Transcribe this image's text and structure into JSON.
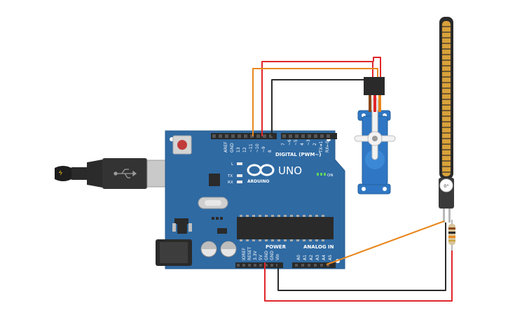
{
  "board": {
    "brand_name": "UNO",
    "brand_sub": "ARDUINO",
    "digital_header": "DIGITAL (PWM~)",
    "power_header": "POWER",
    "analog_header": "ANALOG IN",
    "on_label": "ON",
    "tx_label": "TX",
    "rx_label": "RX",
    "l_label": "L",
    "digital_pins": [
      "AREF",
      "GND",
      "13",
      "12",
      "~11",
      "~10",
      "~9",
      "8",
      "7",
      "~6",
      "~5",
      "4",
      "~3",
      "2",
      "TX➔1",
      "RX←0"
    ],
    "power_pins": [
      "IOREF",
      "RESET",
      "3.3V",
      "5V",
      "GND",
      "GND",
      "Vin"
    ],
    "analog_pins": [
      "A0",
      "A1",
      "A2",
      "A3",
      "A4",
      "A5"
    ]
  },
  "flex_sensor": {
    "angle": "0°"
  },
  "colors": {
    "board": "#2f6aa3",
    "wire_red": "#e0262a",
    "wire_orange": "#e8871e",
    "wire_black": "#2a2a2a",
    "servo_body": "#2f77c4",
    "led_on": "#5fd35f"
  },
  "icons": {
    "usb": "usb-icon",
    "lightning": "lightning-icon"
  }
}
